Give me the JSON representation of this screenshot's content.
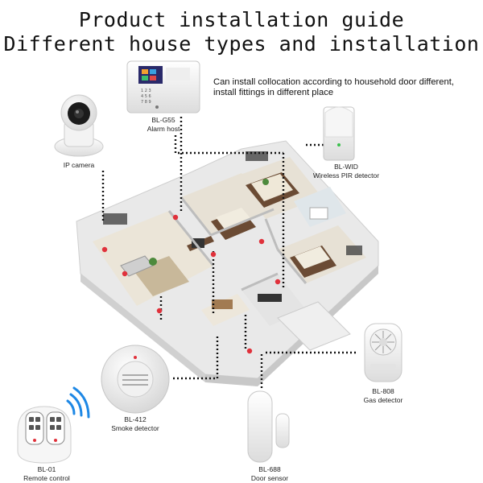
{
  "header": {
    "title_line1": "Product installation guide",
    "title_line2": "Different house types and installation"
  },
  "description": {
    "line1": "Can install collocation according to household door different,",
    "line2": "install fittings in different place"
  },
  "devices": [
    {
      "model": "BL-G55",
      "name": "Alarm host"
    },
    {
      "model": "",
      "name": "IP camera"
    },
    {
      "model": "BL-WID",
      "name": "Wireless PIR detector"
    },
    {
      "model": "BL-808",
      "name": "Gas detector"
    },
    {
      "model": "BL-412",
      "name": "Smoke detector"
    },
    {
      "model": "BL-688",
      "name": "Door sensor"
    },
    {
      "model": "BL-01",
      "name": "Remote control"
    }
  ],
  "colors": {
    "dot_line": "#111111",
    "sensor_marker": "#e0313b",
    "signal_waves": "#1e88e5",
    "floor": "#ece6da",
    "wall": "#f4f4f4",
    "wood": "#6b4b34"
  }
}
